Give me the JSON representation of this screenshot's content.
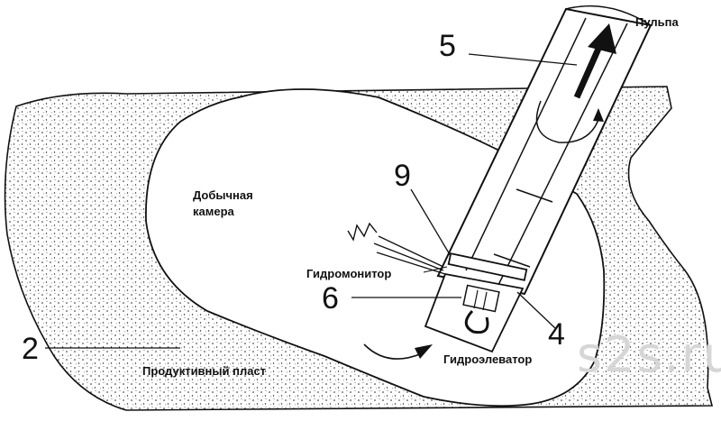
{
  "labels": {
    "pulp": "Пульпа",
    "chamber_line1": "Добычная",
    "chamber_line2": "камера",
    "monitor": "Гидромонитор",
    "elevator": "Гидроэлеватор",
    "seam": "Продуктивный пласт"
  },
  "numbers": {
    "n2": "2",
    "n4": "4",
    "n5": "5",
    "n6": "6",
    "n9": "9"
  },
  "watermark": "s2s.ru",
  "colors": {
    "stroke": "#111111",
    "sand_fill": "#ffffff",
    "watermark": "#d6d6d6"
  }
}
